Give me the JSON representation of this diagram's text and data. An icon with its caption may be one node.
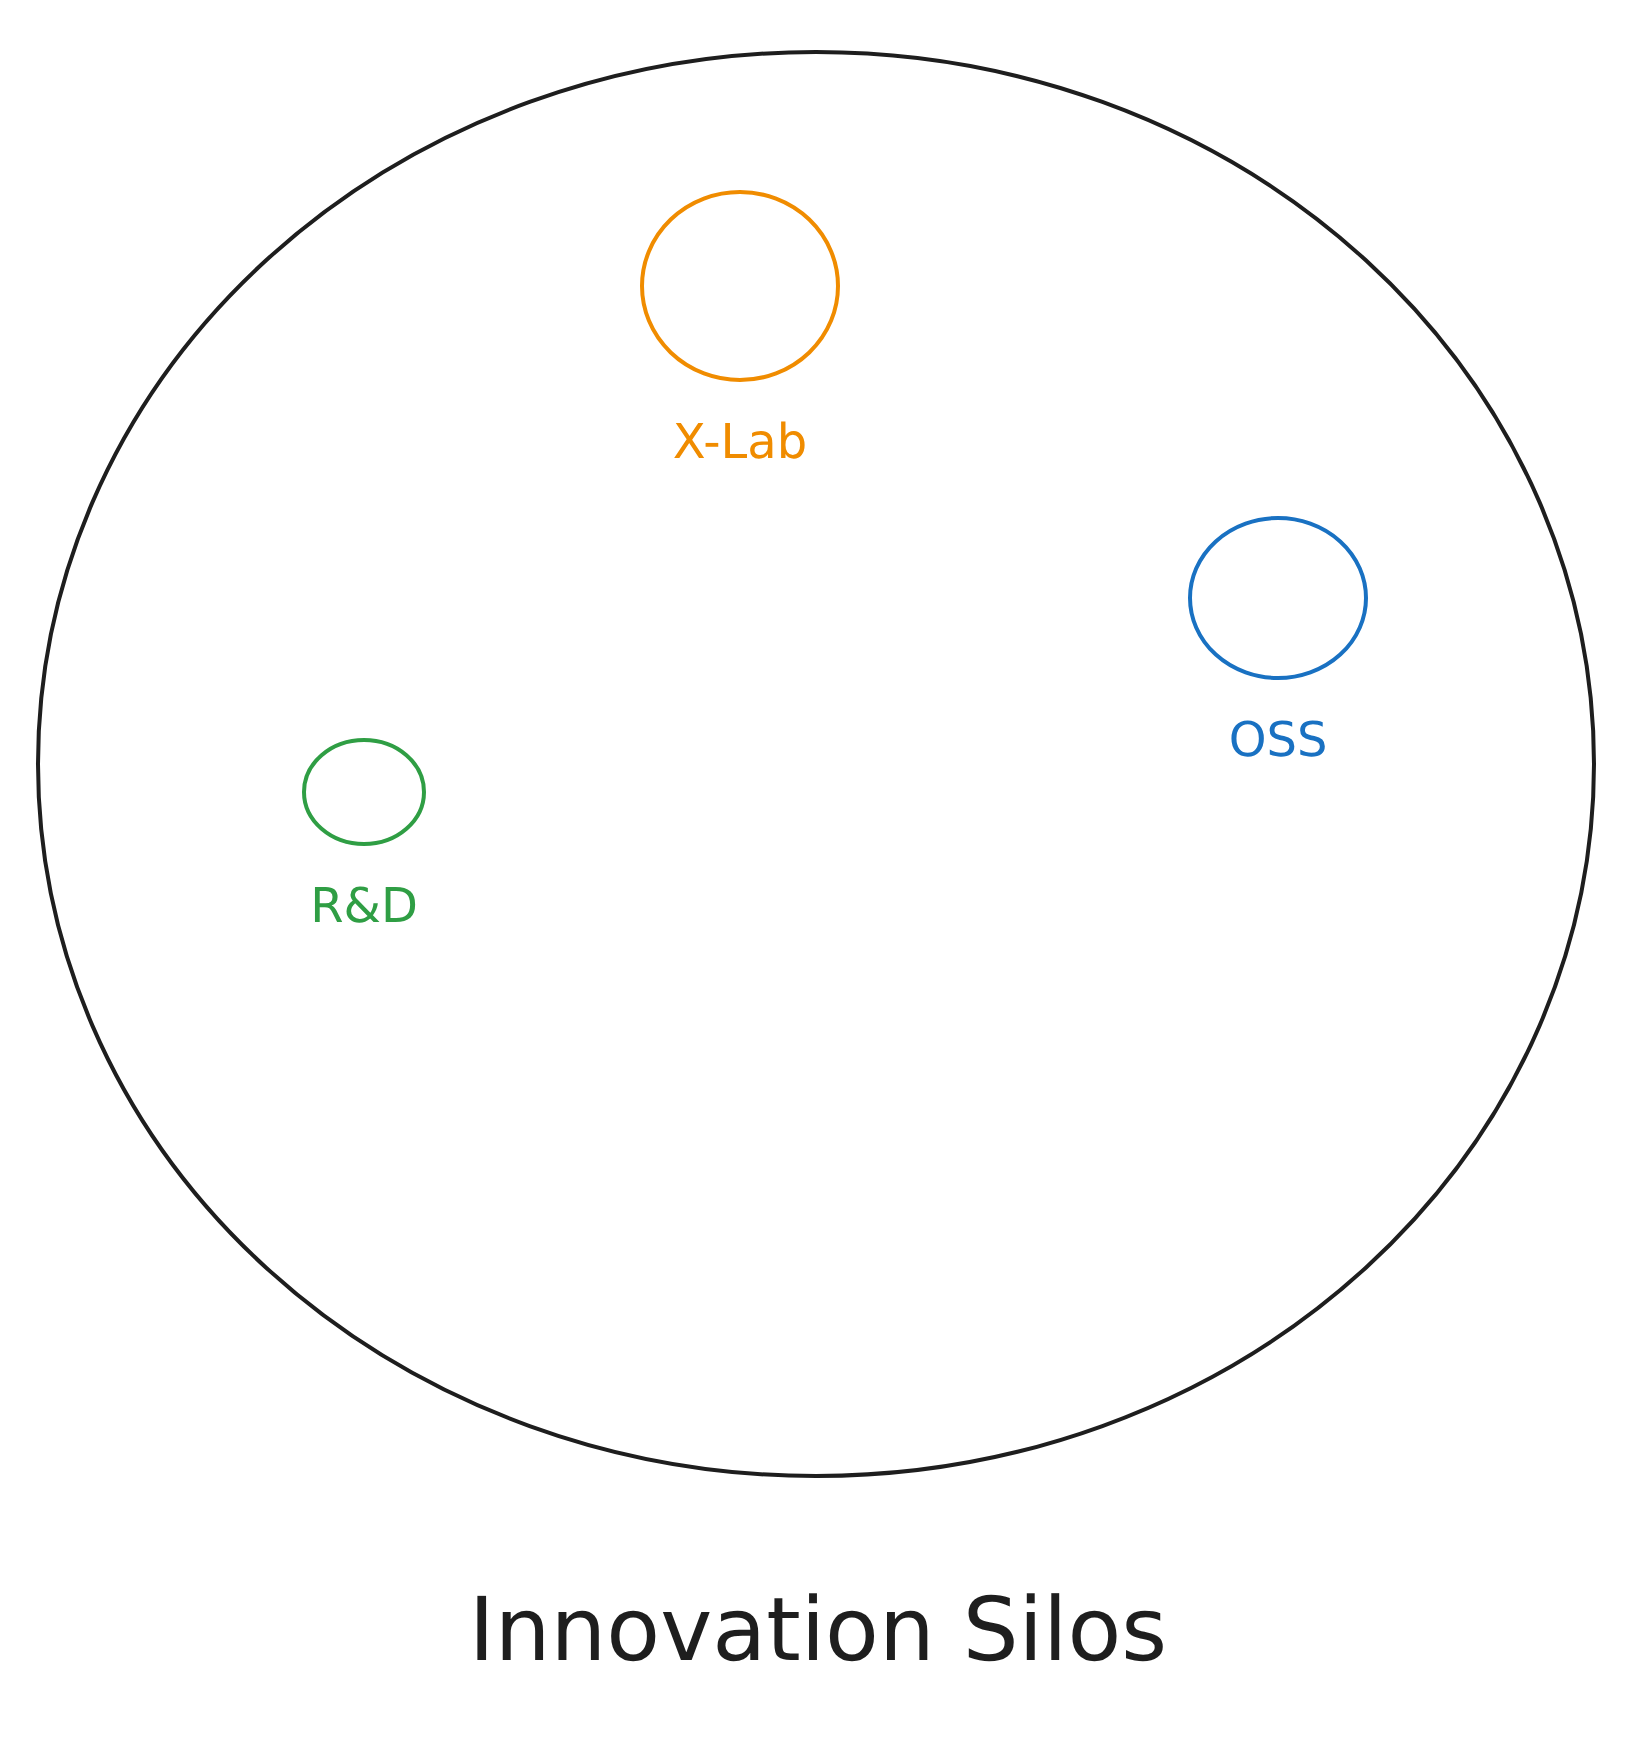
{
  "diagram": {
    "caption": "Innovation Silos",
    "nodes": [
      {
        "text": [],
        "shape": "circle"
      },
      {
        "text": [
          "X-Lab"
        ],
        "in": 0
      },
      {
        "text": [
          "OSS"
        ],
        "in": 0
      },
      {
        "text": [
          "R&D"
        ],
        "in": 0
      }
    ]
  }
}
